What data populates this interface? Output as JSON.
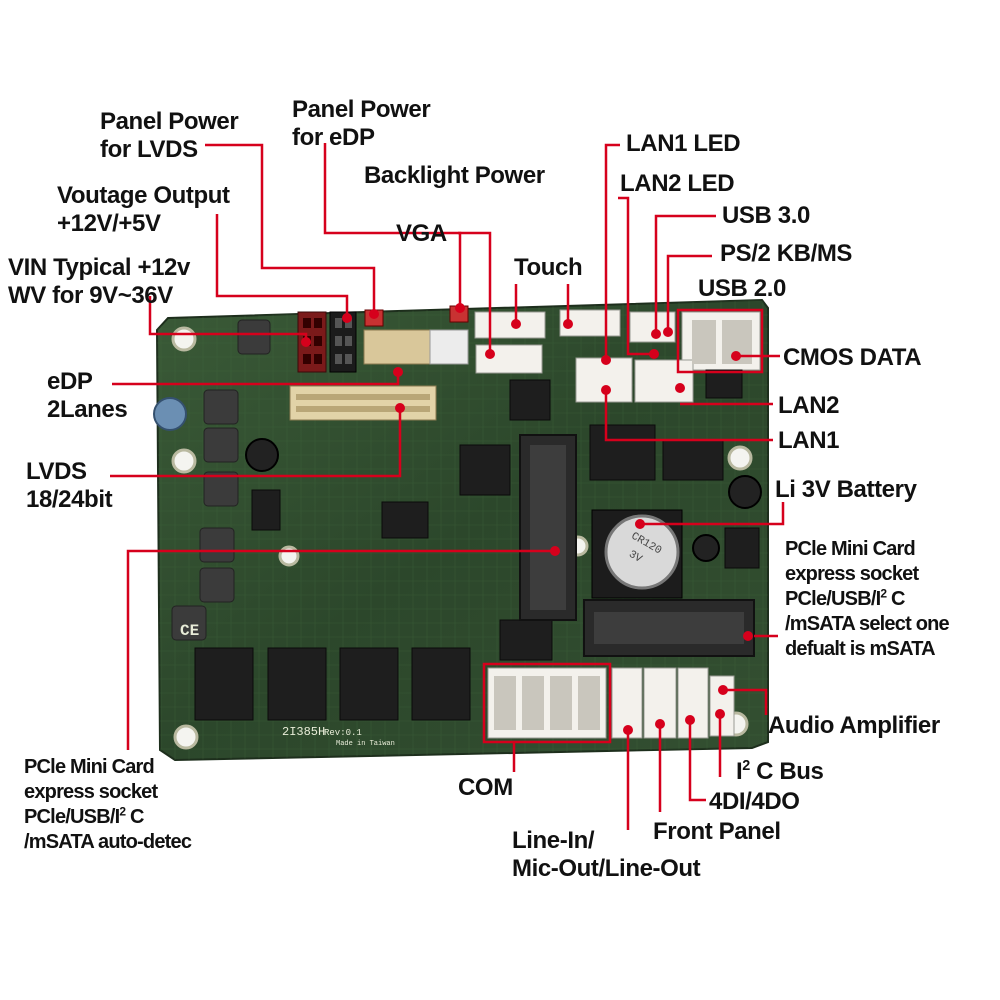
{
  "labels": {
    "panel_power_lvds": [
      "Panel Power",
      "for LVDS"
    ],
    "panel_power_edp": [
      "Panel Power",
      "for eDP"
    ],
    "backlight_power": "Backlight Power",
    "voltage_output": [
      "Voutage Output",
      "+12V/+5V"
    ],
    "vin": [
      "VIN Typical +12v",
      "WV for 9V~36V"
    ],
    "vga": "VGA",
    "touch": "Touch",
    "lan1_led": "LAN1 LED",
    "lan2_led": "LAN2 LED",
    "usb30": "USB 3.0",
    "ps2": "PS/2 KB/MS",
    "usb20": "USB 2.0",
    "cmos": "CMOS DATA",
    "lan2": "LAN2",
    "lan1": "LAN1",
    "edp": [
      "eDP",
      "2Lanes"
    ],
    "lvds": [
      "LVDS",
      "18/24bit"
    ],
    "battery": "Li 3V Battery",
    "pcie_right": [
      "PCle Mini Card",
      "express socket",
      "PCle/USB/I",
      "2",
      " C",
      "/mSATA select one",
      "defualt is mSATA"
    ],
    "audio_amp": "Audio Amplifier",
    "i2c_bus": [
      "I",
      "2",
      " C Bus"
    ],
    "dio": "4DI/4DO",
    "front_panel": "Front Panel",
    "line_in": [
      "Line-In/",
      "Mic-Out/Line-Out"
    ],
    "com": "COM",
    "pcie_left": [
      "PCle Mini Card",
      "express socket",
      "PCle/USB/I",
      "2",
      " C",
      "/mSATA auto-detec"
    ]
  },
  "board": {
    "model": "2I385H",
    "revision": "Rev:0.1",
    "made_in": "Made in Taiwan",
    "battery_marking": [
      "CR120",
      "3V"
    ],
    "ce_mark": "CE"
  },
  "colors": {
    "leader": "#d6001c",
    "pcb": "#2e4a2c",
    "text": "#111111"
  }
}
